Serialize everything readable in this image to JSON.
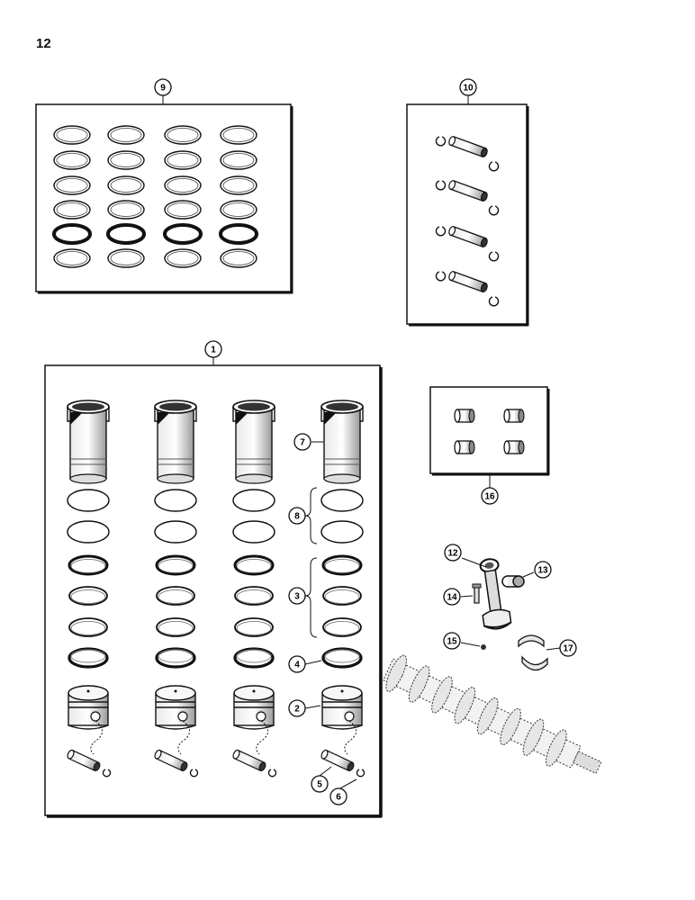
{
  "page_number": "12",
  "callouts": {
    "c1": "1",
    "c2": "2",
    "c3": "3",
    "c4": "4",
    "c5": "5",
    "c6": "6",
    "c7": "7",
    "c8": "8",
    "c9": "9",
    "c10": "10",
    "c12": "12",
    "c13": "13",
    "c14": "14",
    "c15": "15",
    "c16": "16",
    "c17": "17"
  }
}
